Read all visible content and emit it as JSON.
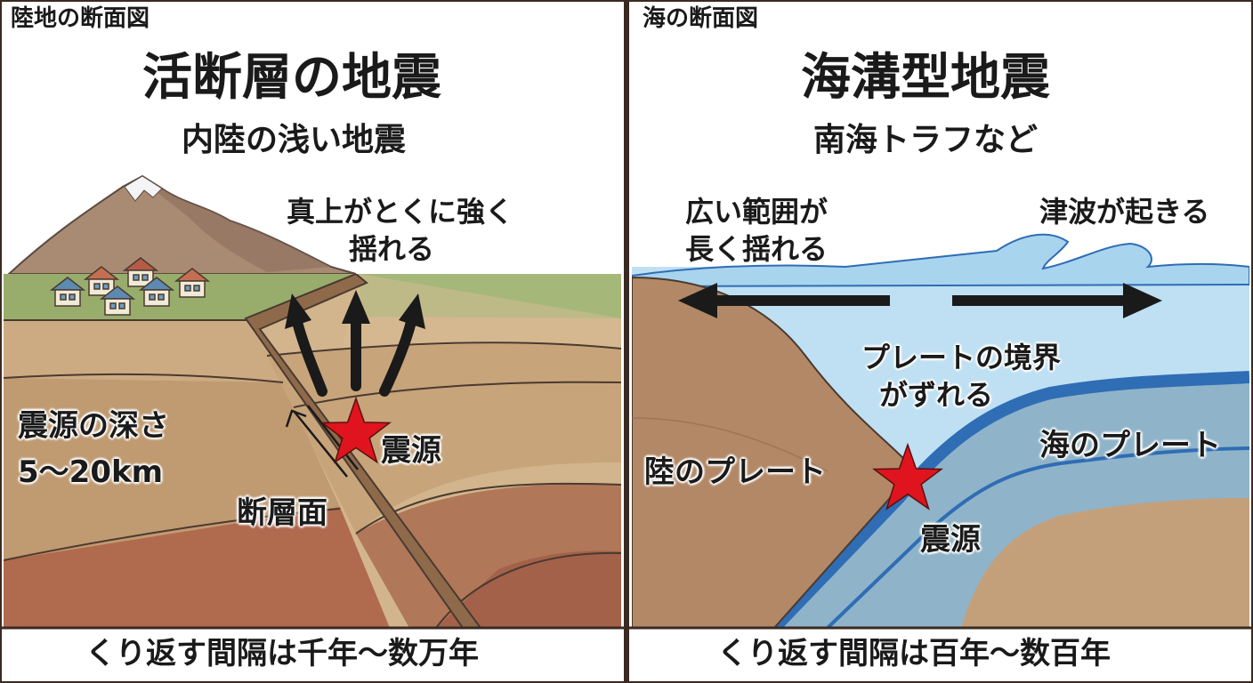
{
  "left_panel": {
    "section_label": "陸地の断面図",
    "title": "活断層の地震",
    "subtitle": "内陸の浅い地震",
    "shaking_note": [
      "真上がとくに強く",
      "揺れる"
    ],
    "depth_label": [
      "震源の深さ",
      "5〜20km"
    ],
    "hypocenter_label": "震源",
    "fault_plane_label": "断層面",
    "recurrence": "くり返す間隔は千年〜数万年"
  },
  "right_panel": {
    "section_label": "海の断面図",
    "title": "海溝型地震",
    "subtitle": "南海トラフなど",
    "wide_shaking_note": [
      "広い範囲が",
      "長く揺れる"
    ],
    "tsunami_note": "津波が起きる",
    "boundary_note": [
      "プレートの境界",
      "がずれる"
    ],
    "land_plate_label": "陸のプレート",
    "ocean_plate_label": "海のプレート",
    "hypocenter_label": "震源",
    "recurrence": "くり返す間隔は百年〜数百年"
  },
  "colors": {
    "divider": "#3a2a22",
    "hypocenter_star": "#e0141e",
    "sea": "#bfe0f2",
    "ocean_plate_edge": "#2f6db5",
    "soil_top": "#d2b58c",
    "soil_deep": "#b06a4e",
    "grass": "#98ad6c"
  }
}
